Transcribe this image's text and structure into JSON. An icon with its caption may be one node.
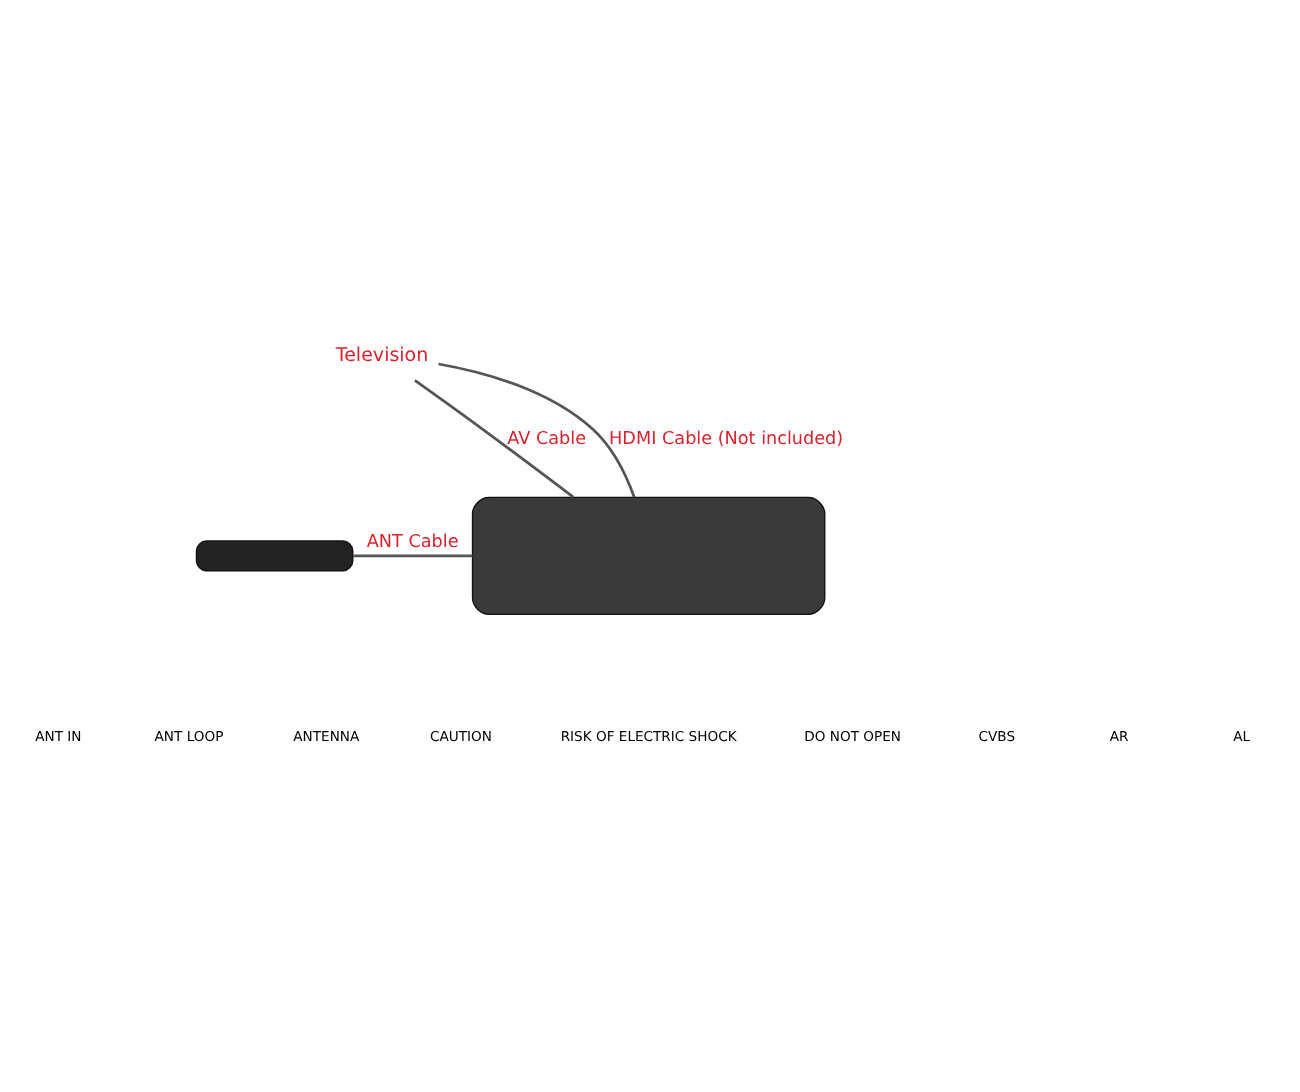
{
  "diagram": {
    "nodes": [
      {
        "text": [],
        "shape": "bar"
      },
      {
        "text": [
          "Television"
        ]
      },
      {
        "text": [],
        "shape": "box"
      }
    ],
    "edges": [
      {
        "from": 0,
        "to": 2,
        "arrow": "none",
        "label": "ANT Cable"
      },
      {
        "from": 2,
        "to": 1,
        "arrow": "none",
        "label": "AV Cable"
      },
      {
        "from": 2,
        "to": 1,
        "arrow": "none",
        "label": "HDMI Cable (Not included)"
      }
    ],
    "labels": [
      "ANT IN",
      "ANT LOOP",
      "ANTENNA",
      "CAUTION",
      "RISK OF ELECTRIC SHOCK",
      "DO NOT OPEN",
      "CVBS",
      "AR",
      "AL"
    ]
  }
}
